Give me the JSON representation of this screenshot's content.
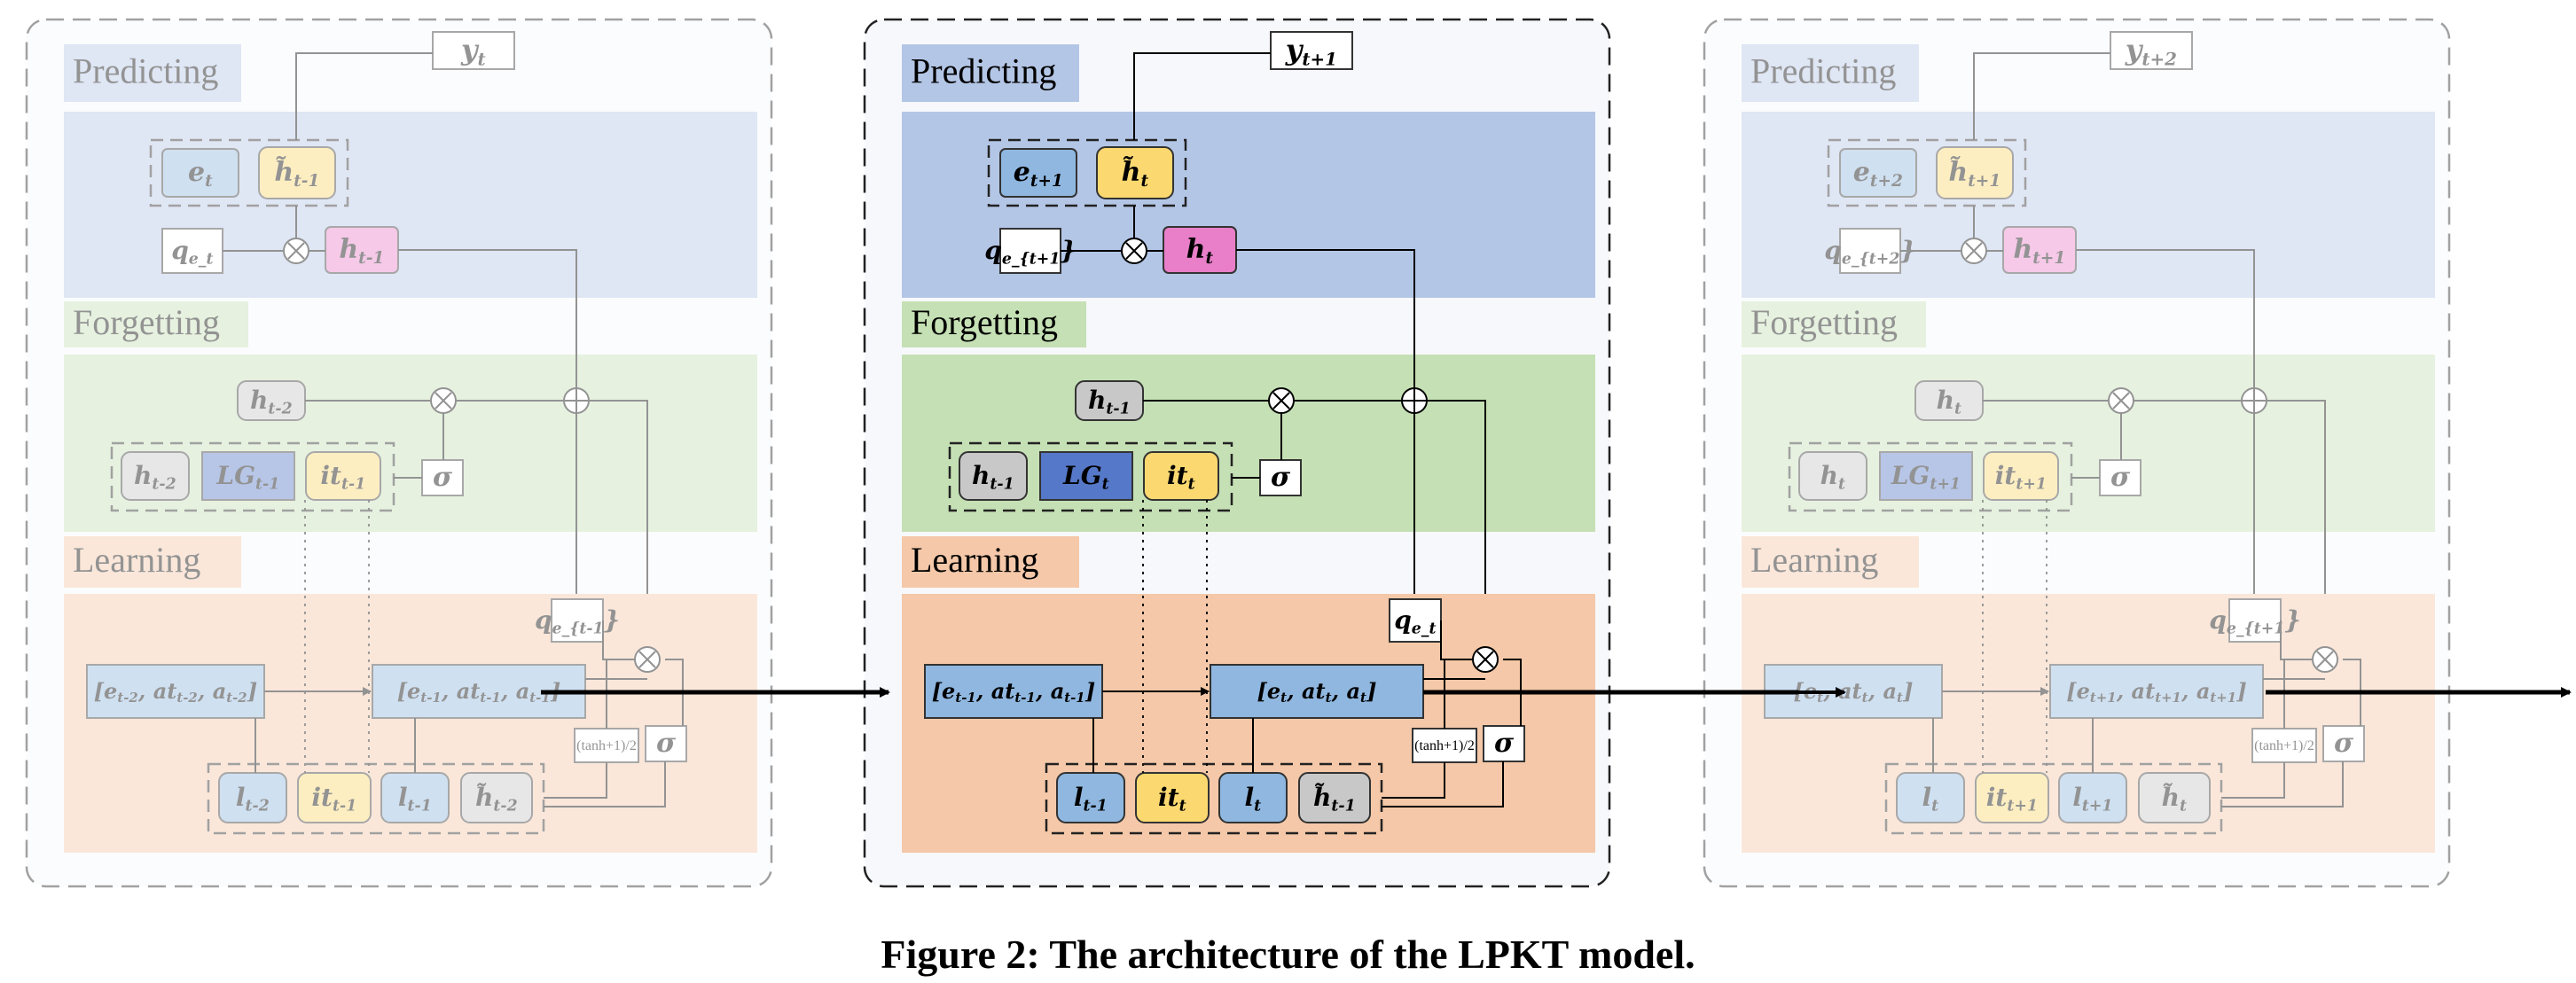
{
  "caption": "Figure 2: The architecture of the LPKT model.",
  "sections": {
    "predicting": "Predicting",
    "forgetting": "Forgetting",
    "learning": "Learning"
  },
  "norm_label": "(tanh+1)/2",
  "sigma": "σ",
  "colors": {
    "predicting_bg": "#b4c6e6",
    "forgetting_bg": "#c5e0b4",
    "learning_bg": "#f4c8a8",
    "panel_bg": "#f7f8fc",
    "yellow_box": "#fbd970",
    "blue_box": "#8fb7e0",
    "pink_box": "#e87fc8",
    "gray_box": "#c8c8c8",
    "violet_box": "#5578c8"
  },
  "panels": [
    {
      "y": "y_t",
      "e_cur": "e_t",
      "h_tilde": "h̃_{t-1}",
      "q": "q_{e_t}",
      "h_out": "h_{t-1}",
      "h_forget": "h_{t-2}",
      "h_in": "h_{t-2}",
      "lg": "LG_{t-1}",
      "it": "it_{t-1}",
      "q_learn": "q_{e_{t-1}}",
      "interact_prev": "[e_{t-2}, at_{t-2}, a_{t-2}]",
      "interact_cur": "[e_{t-1}, at_{t-1}, a_{t-1}]",
      "l_prev": "l_{t-2}",
      "it_learn": "it_{t-1}",
      "l_cur": "l_{t-1}",
      "h_tilde_learn": "h̃_{t-2}"
    },
    {
      "y": "y_{t+1}",
      "e_cur": "e_{t+1}",
      "h_tilde": "h̃_t",
      "q": "q_{e_{t+1}}",
      "h_out": "h_t",
      "h_forget": "h_{t-1}",
      "h_in": "h_{t-1}",
      "lg": "LG_t",
      "it": "it_t",
      "q_learn": "q_{e_t}",
      "interact_prev": "[e_{t-1}, at_{t-1}, a_{t-1}]",
      "interact_cur": "[e_t, at_t, a_t]",
      "l_prev": "l_{t-1}",
      "it_learn": "it_t",
      "l_cur": "l_t",
      "h_tilde_learn": "h̃_{t-1}"
    },
    {
      "y": "y_{t+2}",
      "e_cur": "e_{t+2}",
      "h_tilde": "h̃_{t+1}",
      "q": "q_{e_{t+2}}",
      "h_out": "h_{t+1}",
      "h_forget": "h_t",
      "h_in": "h_t",
      "lg": "LG_{t+1}",
      "it": "it_{t+1}",
      "q_learn": "q_{e_{t+1}}",
      "interact_prev": "[e_t, at_t, a_t]",
      "interact_cur": "[e_{t+1}, at_{t+1}, a_{t+1}]",
      "l_prev": "l_t",
      "it_learn": "it_{t+1}",
      "l_cur": "l_{t+1}",
      "h_tilde_learn": "h̃_t"
    }
  ]
}
